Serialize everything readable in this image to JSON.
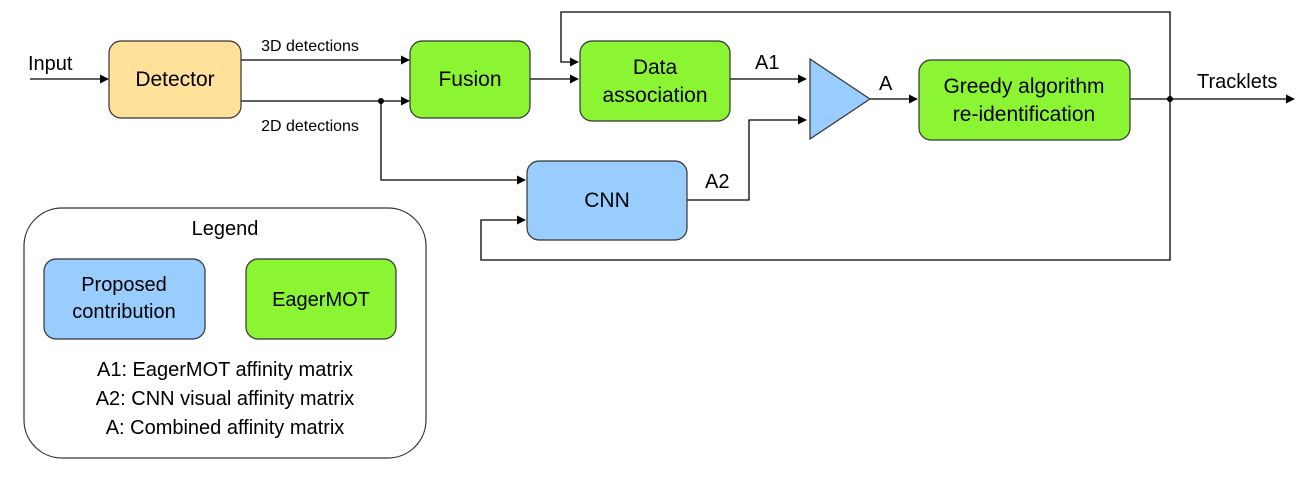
{
  "colors": {
    "detector": "#ffe199",
    "eagermot": "#8bf534",
    "proposed": "#99ccff",
    "line": "#000000",
    "legend_border": "#333333"
  },
  "input_label": "Input",
  "output_label": "Tracklets",
  "edge_labels": {
    "det3d": "3D detections",
    "det2d": "2D detections",
    "a1": "A1",
    "a2": "A2",
    "a": "A"
  },
  "nodes": {
    "detector": "Detector",
    "fusion": "Fusion",
    "data_association": [
      "Data",
      "association"
    ],
    "cnn": "CNN",
    "greedy": [
      "Greedy algorithm",
      "re-identification"
    ]
  },
  "legend": {
    "title": "Legend",
    "proposed": [
      "Proposed",
      "contribution"
    ],
    "eagermot": "EagerMOT",
    "notes": [
      "A1: EagerMOT affinity matrix",
      "A2: CNN visual affinity matrix",
      "A: Combined affinity matrix"
    ]
  }
}
